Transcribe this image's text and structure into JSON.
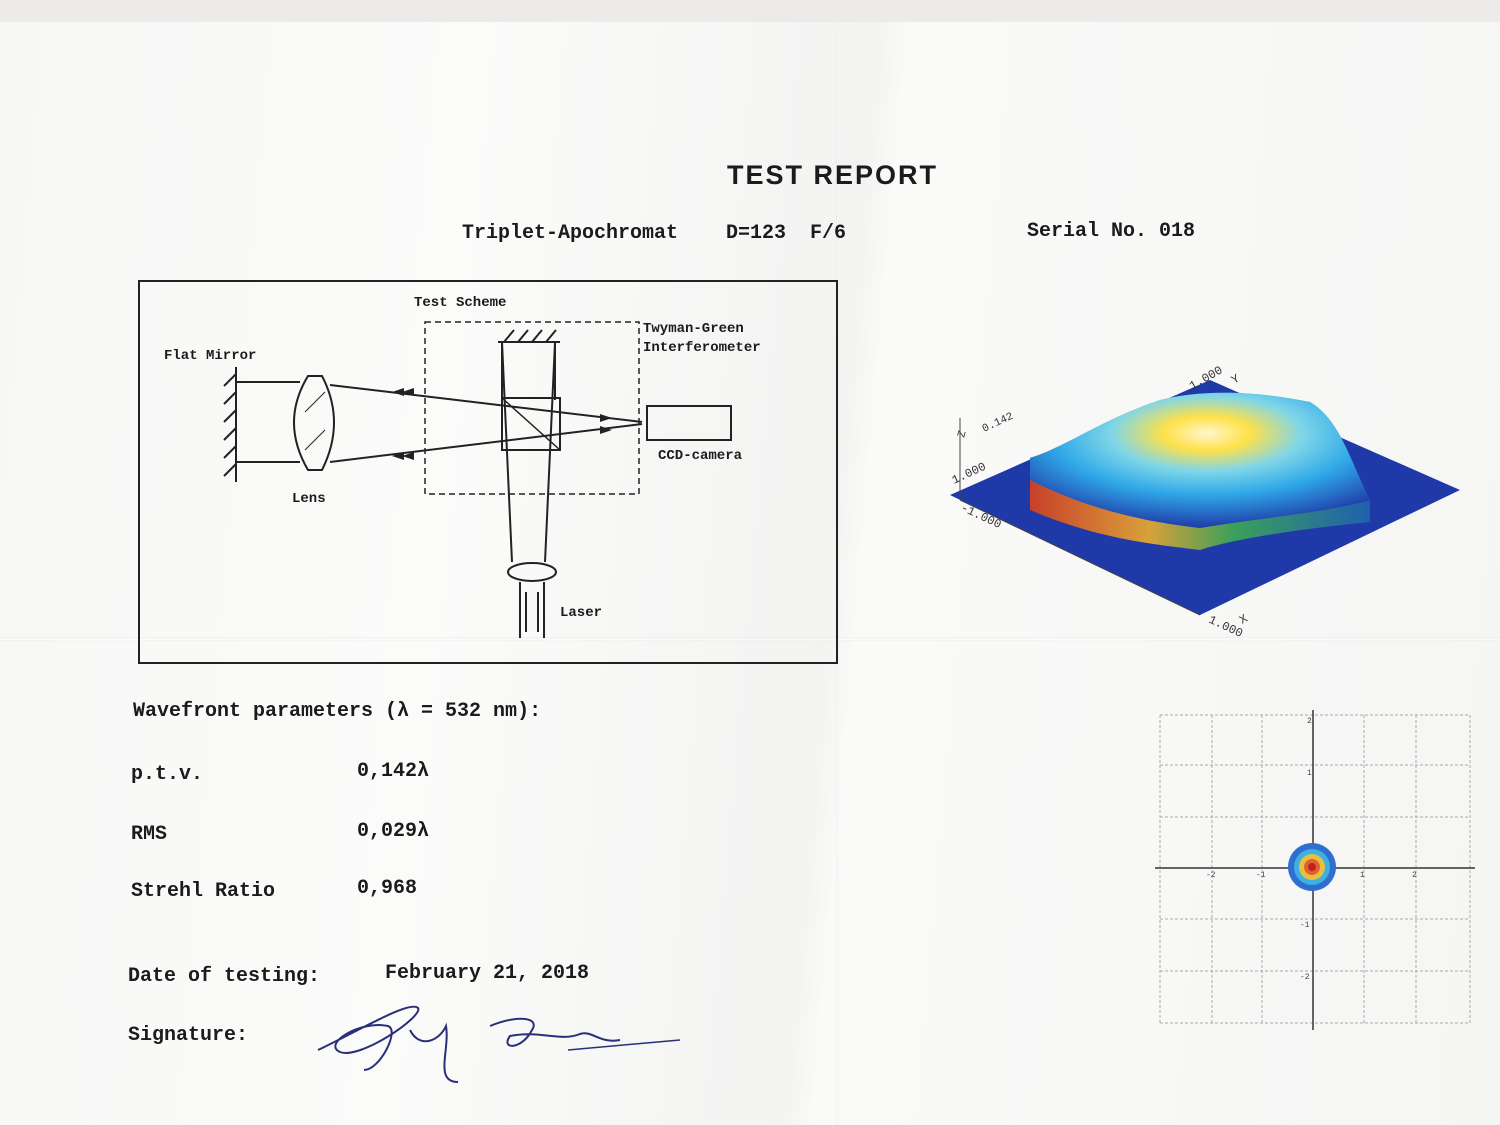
{
  "header": {
    "title": "TEST REPORT",
    "subtitle": "Triplet-Apochromat    D=123  F/6",
    "serial": "Serial No. 018"
  },
  "scheme": {
    "title": "Test Scheme",
    "flat_mirror": "Flat Mirror",
    "lens": "Lens",
    "interferometer_line1": "Twyman-Green",
    "interferometer_line2": "Interferometer",
    "ccd_camera": "CCD-camera",
    "laser": "Laser"
  },
  "wavefront": {
    "heading": "Wavefront parameters (λ = 532 nm):",
    "params": [
      {
        "name": "p.t.v.",
        "value": "0,142λ"
      },
      {
        "name": "RMS",
        "value": "0,029λ"
      },
      {
        "name": "Strehl Ratio",
        "value": "0,968"
      }
    ]
  },
  "testing": {
    "date_label": "Date of testing:",
    "date_value": "February 21, 2018",
    "signature_label": "Signature:"
  },
  "surface_plot": {
    "z_label": "Z",
    "z_value": "0.142",
    "corner_left_top": "1.000",
    "corner_left_bottom": "-1.000",
    "y_corner": "1.000",
    "y_axis": "Y",
    "x_corner": "1.000",
    "x_axis": "X",
    "colors": {
      "base": "#1f3aa8",
      "peak": "#ffe14a",
      "mid": "#2fa8e8",
      "edge": "#c8402a"
    }
  },
  "psf_plot": {
    "tick_top": "2",
    "tick_up": "1",
    "tick_down": "-1",
    "tick_bottom": "-2",
    "tick_left2": "-2",
    "tick_left1": "-1",
    "tick_right1": "1",
    "tick_right2": "2"
  }
}
